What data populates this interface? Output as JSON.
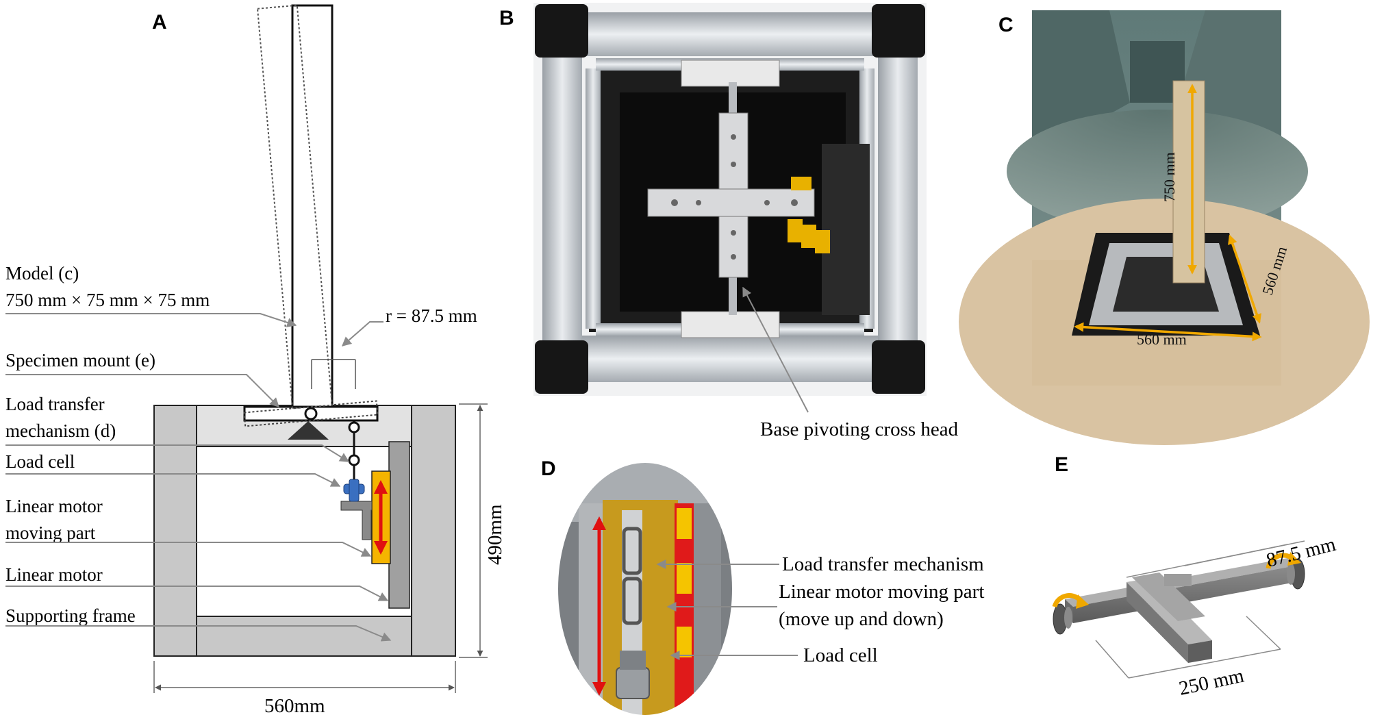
{
  "panels": {
    "a": {
      "letter": "A",
      "labels": {
        "model_line1": "Model (c)",
        "model_line2": "750 mm × 75 mm × 75 mm",
        "radius": "r = 87.5 mm",
        "specimen_mount": "Specimen mount (e)",
        "load_transfer_line1": "Load transfer",
        "load_transfer_line2": "mechanism (d)",
        "load_cell": "Load cell",
        "motor_moving_line1": "Linear motor",
        "motor_moving_line2": "moving part",
        "linear_motor": "Linear motor",
        "supporting_frame": "Supporting frame",
        "height_dim": "490mm",
        "width_dim": "560mm"
      }
    },
    "b": {
      "letter": "B",
      "caption": "Base pivoting cross head"
    },
    "c": {
      "letter": "C",
      "dim_height": "750 mm",
      "dim_depth": "560 mm",
      "dim_width": "560 mm"
    },
    "d": {
      "letter": "D",
      "label_load_transfer": "Load transfer mechanism",
      "label_motor_line1": "Linear motor moving part",
      "label_motor_line2": "(move up and down)",
      "label_load_cell": "Load cell"
    },
    "e": {
      "letter": "E",
      "dim_arm": "87.5 mm",
      "dim_length": "250 mm"
    }
  },
  "colors": {
    "frame_grey": "#c8c8c8",
    "light_grey": "#e2e2e2",
    "motor_grey": "#a0a0a0",
    "load_cell_blue": "#3a6fc0",
    "motor_yellow": "#f5b400",
    "arrow_red": "#e01010",
    "leader_grey": "#8a8a8a",
    "dim_orange": "#f0a800"
  }
}
